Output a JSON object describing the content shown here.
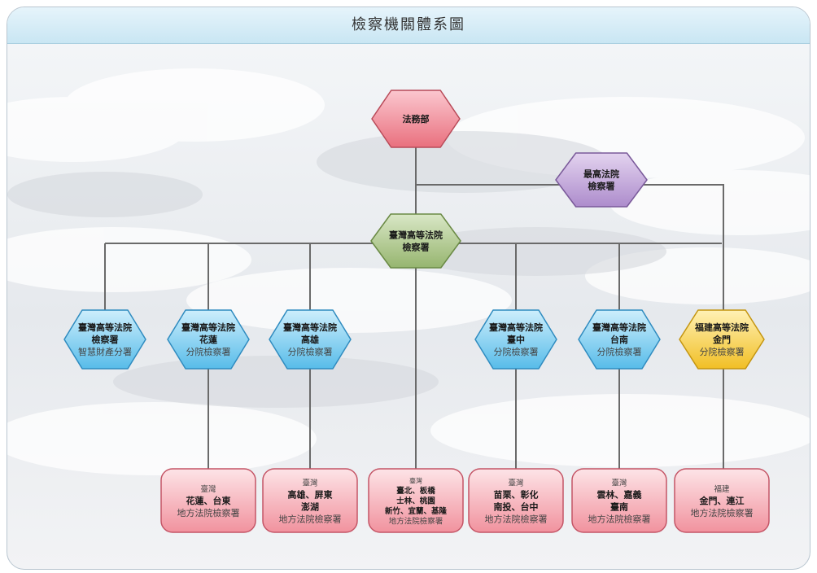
{
  "title": "檢察機關體系圖",
  "nodes": {
    "moj": {
      "lines": [
        "法務部"
      ],
      "style": "pink"
    },
    "supreme": {
      "lines": [
        "最高法院",
        "檢察署"
      ],
      "style": "purple"
    },
    "high": {
      "lines": [
        "臺灣高等法院",
        "檢察署"
      ],
      "style": "green"
    },
    "ip": {
      "lines": [
        "臺灣高等法院",
        "檢察署",
        "智慧財產分署"
      ],
      "style": "blue"
    },
    "hualien": {
      "lines": [
        "臺灣高等法院",
        "花蓮",
        "分院檢察署"
      ],
      "style": "blue"
    },
    "kaohsiung": {
      "lines": [
        "臺灣高等法院",
        "高雄",
        "分院檢察署"
      ],
      "style": "blue"
    },
    "taichung": {
      "lines": [
        "臺灣高等法院",
        "臺中",
        "分院檢察署"
      ],
      "style": "blue"
    },
    "tainan": {
      "lines": [
        "臺灣高等法院",
        "台南",
        "分院檢察署"
      ],
      "style": "blue"
    },
    "fujian": {
      "lines": [
        "福建高等法院",
        "金門",
        "分院檢察署"
      ],
      "style": "yellow"
    },
    "d_hualien": {
      "lines": [
        "臺灣",
        "花蓮、台東",
        "地方法院檢察署"
      ],
      "style": "red"
    },
    "d_kaohsiung": {
      "lines": [
        "臺灣",
        "高雄、屏東",
        "澎湖",
        "地方法院檢察署"
      ],
      "style": "red"
    },
    "d_taipei": {
      "lines": [
        "臺灣",
        "臺北、板橋",
        "士林、桃園",
        "新竹、宜蘭、基隆",
        "地方法院檢察署"
      ],
      "style": "red"
    },
    "d_taichung": {
      "lines": [
        "臺灣",
        "苗栗、彰化",
        "南投、台中",
        "地方法院檢察署"
      ],
      "style": "red"
    },
    "d_tainan": {
      "lines": [
        "臺灣",
        "雲林、嘉義",
        "臺南",
        "地方法院檢察署"
      ],
      "style": "red"
    },
    "d_fujian": {
      "lines": [
        "福建",
        "金門、連江",
        "地方法院檢察署"
      ],
      "style": "red"
    }
  }
}
